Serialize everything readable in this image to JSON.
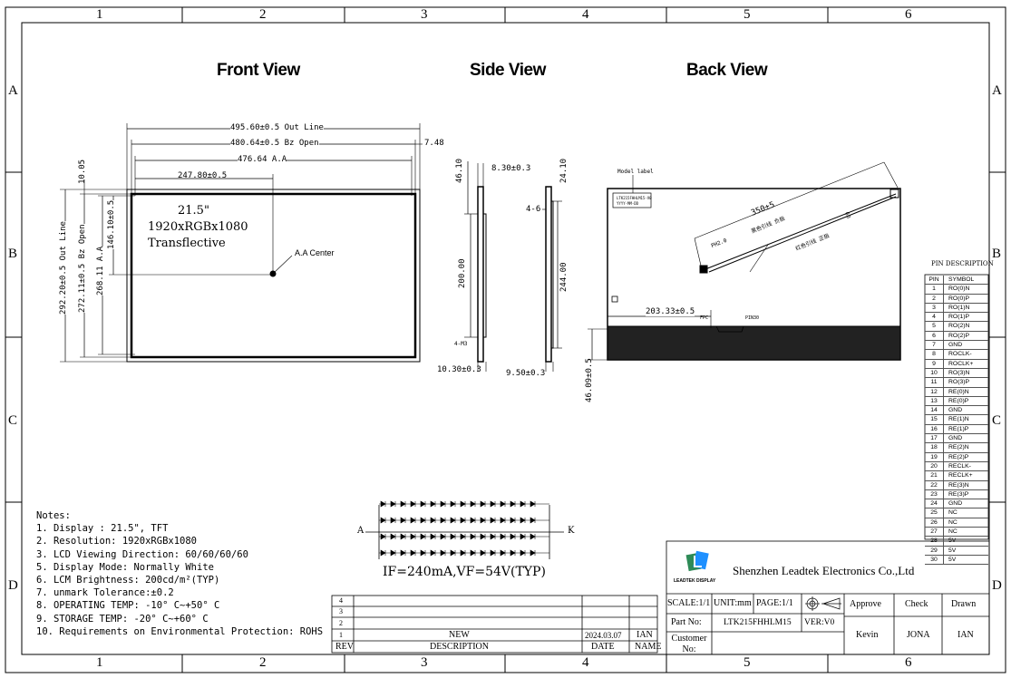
{
  "grid": {
    "columns": [
      "1",
      "2",
      "3",
      "4",
      "5",
      "6"
    ],
    "rows": [
      "A",
      "B",
      "C",
      "D"
    ]
  },
  "views": {
    "front": "Front View",
    "side": "Side View",
    "back": "Back View"
  },
  "front_dims": {
    "outline_w": "495.60±0.5 Out Line",
    "bz_w": "480.64±0.5 Bz Open",
    "aa_w": "476.64 A.A",
    "half_w": "247.80±0.5",
    "offset": "7.48",
    "top_gap": "10.05",
    "outline_h": "292.20±0.5 Out Line",
    "bz_h": "272.11±0.5 Bz Open",
    "aa_h": "268.11 A.A",
    "half_h": "146.10±0.5",
    "aa_center": "A.A Center"
  },
  "panel_text": {
    "size": "21.5\"",
    "resolution": "1920xRGBx1080",
    "type": "Transflective"
  },
  "side_dims": {
    "left_top": "46.10",
    "left_thick": "8.30±0.3",
    "left_mid": "200.00",
    "left_bottom": "10.30±0.3",
    "left_tick": "4-M3",
    "right_top": "24.10",
    "right_screw": "4-6",
    "right_mid": "244.00",
    "right_bottom": "9.50±0.3"
  },
  "back_dims": {
    "model_label": "Model label",
    "cable_len": "350±5",
    "conn_offset": "203.33±0.5",
    "bottom_h": "46.09±0.5",
    "label_line1": "LTK215FHHLM15-V0",
    "label_line2": "YYYY-MM-DD",
    "ph": "PH2.0",
    "wire_black": "黑色引线 负极",
    "wire_red": "红色引线 正极",
    "wire_len": "60",
    "fpc": "FPC",
    "pin30": "PIN30"
  },
  "backlight": {
    "anode": "A",
    "cathode": "K",
    "spec": "IF=240mA,VF=54V(TYP)"
  },
  "notes": {
    "heading": "Notes:",
    "items": [
      "1. Display : 21.5\",  TFT",
      "2. Resolution: 1920xRGBx1080",
      "3. LCD Viewing Direction: 60/60/60/60",
      "5. Display Mode: Normally White",
      "6. LCM Brightness: 200cd/m²(TYP)",
      "7. unmark Tolerance:±0.2",
      "8. OPERATING TEMP: -10° C~+50° C",
      "9. STORAGE TEMP: -20° C~+60° C",
      "10. Requirements on Environmental Protection: ROHS"
    ]
  },
  "pin_table": {
    "title": "PIN DESCRIPTION",
    "headers": [
      "PIN",
      "SYMBOL"
    ],
    "rows": [
      [
        "1",
        "RO(0)N"
      ],
      [
        "2",
        "RO(0)P"
      ],
      [
        "3",
        "RO(1)N"
      ],
      [
        "4",
        "RO(1)P"
      ],
      [
        "5",
        "RO(2)N"
      ],
      [
        "6",
        "RO(2)P"
      ],
      [
        "7",
        "GND"
      ],
      [
        "8",
        "ROCLK-"
      ],
      [
        "9",
        "ROCLK+"
      ],
      [
        "10",
        "RO(3)N"
      ],
      [
        "11",
        "RO(3)P"
      ],
      [
        "12",
        "RE(0)N"
      ],
      [
        "13",
        "RE(0)P"
      ],
      [
        "14",
        "GND"
      ],
      [
        "15",
        "RE(1)N"
      ],
      [
        "16",
        "RE(1)P"
      ],
      [
        "17",
        "GND"
      ],
      [
        "18",
        "RE(2)N"
      ],
      [
        "19",
        "RE(2)P"
      ],
      [
        "20",
        "RECLK-"
      ],
      [
        "21",
        "RECLK+"
      ],
      [
        "22",
        "RE(3)N"
      ],
      [
        "23",
        "RE(3)P"
      ],
      [
        "24",
        "GND"
      ],
      [
        "25",
        "NC"
      ],
      [
        "26",
        "NC"
      ],
      [
        "27",
        "NC"
      ],
      [
        "28",
        "5V"
      ],
      [
        "29",
        "5V"
      ],
      [
        "30",
        "5V"
      ]
    ]
  },
  "revision": {
    "new": "NEW",
    "description": "DESCRIPTION",
    "date_val": "2024.03.07",
    "date": "DATE",
    "name_val": "IAN",
    "name": "NAME",
    "rev": "REV",
    "marks": [
      "4",
      "3",
      "2",
      "1"
    ]
  },
  "title_block": {
    "company": "Shenzhen Leadtek Electronics Co.,Ltd",
    "logo_text": "LEADTEK DISPLAY",
    "scale": "SCALE:1/1",
    "unit": "UNIT:mm",
    "page": "PAGE:1/1",
    "part_no_label": "Part No:",
    "part_no": "LTK215FHHLM15",
    "ver": "VER:V0",
    "customer_no": "Customer No:",
    "approve": "Approve",
    "check": "Check",
    "drawn": "Drawn",
    "approve_name": "Kevin",
    "check_name": "JONA",
    "drawn_name": "IAN"
  }
}
